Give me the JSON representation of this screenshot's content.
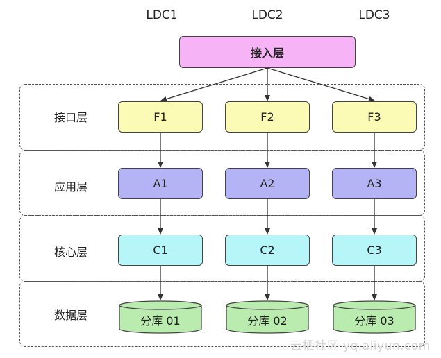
{
  "columns": [
    "LDC1",
    "LDC2",
    "LDC3"
  ],
  "entry_layer": "接入层",
  "layers": [
    {
      "label": "接口层",
      "nodes": [
        "F1",
        "F2",
        "F3"
      ]
    },
    {
      "label": "应用层",
      "nodes": [
        "A1",
        "A2",
        "A3"
      ]
    },
    {
      "label": "核心层",
      "nodes": [
        "C1",
        "C2",
        "C3"
      ]
    },
    {
      "label": "数据层",
      "nodes": [
        "分库 01",
        "分库 02",
        "分库 03"
      ]
    }
  ],
  "colors": {
    "entry": "#f6b4f6",
    "interface": "#fbfbb6",
    "application": "#b3b3f6",
    "core": "#b6f6f9",
    "data": "#b9ecae"
  },
  "watermark": "云栖社区 yq.aliyun.com"
}
